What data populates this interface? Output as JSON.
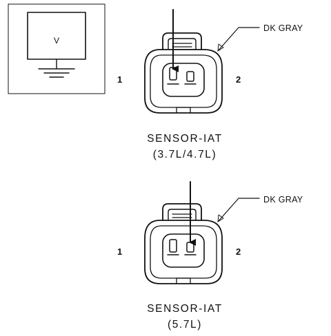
{
  "meter": {
    "symbol": "V"
  },
  "connectors": [
    {
      "pin_left": "1",
      "pin_right": "2",
      "wire_color": "DK GRAY",
      "caption_name": "SENSOR-IAT",
      "caption_engine": "(3.7L/4.7L)",
      "probe_pin": "1"
    },
    {
      "pin_left": "1",
      "pin_right": "2",
      "wire_color": "DK GRAY",
      "caption_name": "SENSOR-IAT",
      "caption_engine": "(5.7L)",
      "probe_pin": "2"
    }
  ],
  "colors": {
    "ink": "#111111",
    "background": "#ffffff"
  }
}
